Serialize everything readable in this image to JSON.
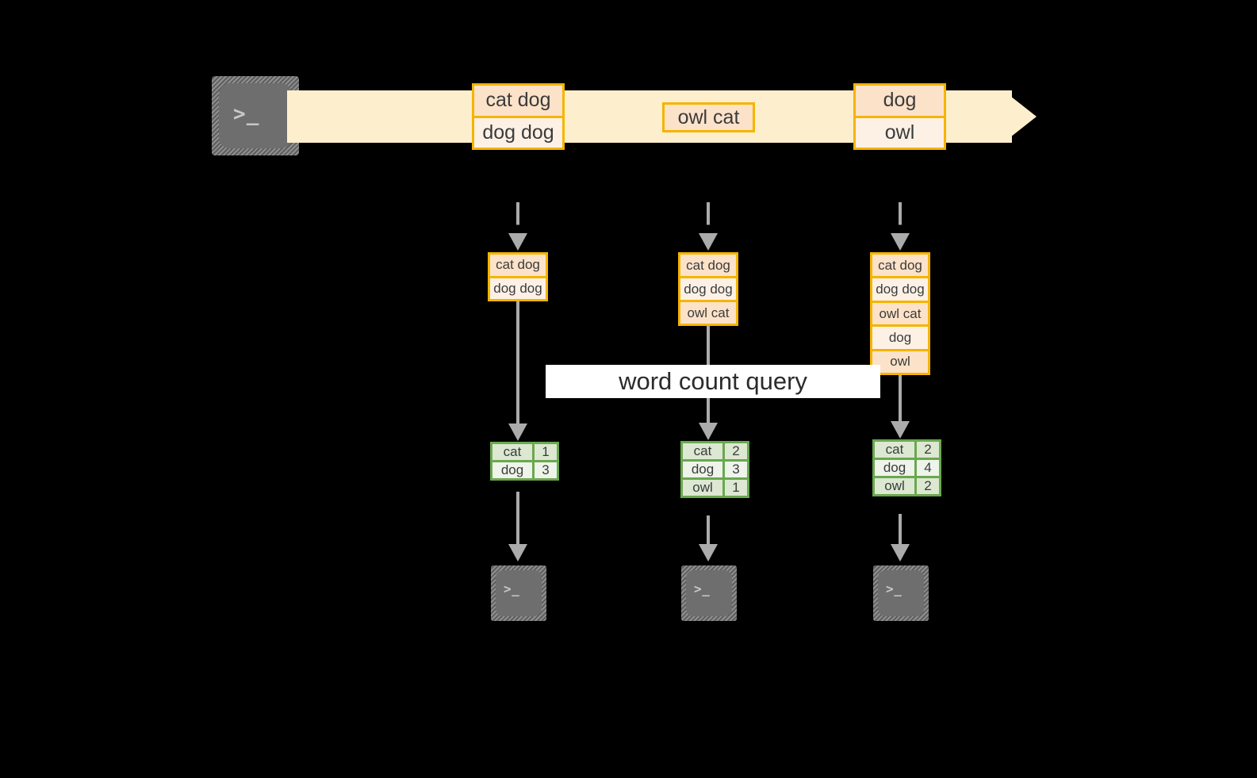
{
  "diagram": {
    "title_label": "word count query",
    "colors": {
      "background": "#000000",
      "stream_band": "#FDEFCD",
      "event_border": "#F5B400",
      "event_fill_dark": "#FCE2C9",
      "event_fill_light": "#FDF1E6",
      "result_border": "#6AA84F",
      "result_fill_dark": "#DCE8D2",
      "result_fill_light": "#EEF4EA",
      "connector": "#ABABAB",
      "terminal_body": "#6E6E6E",
      "label_band": "#FFFFFF"
    },
    "producer": {
      "icon": "terminal-prompt-icon",
      "glyph": ">_"
    },
    "stream": {
      "icon": "right-arrow-icon",
      "events": [
        {
          "name": "event-group-1",
          "lines": [
            "cat dog",
            "dog dog"
          ]
        },
        {
          "name": "event-group-2",
          "lines": [
            "owl cat"
          ]
        },
        {
          "name": "event-group-3",
          "lines": [
            "dog",
            "owl"
          ]
        }
      ]
    },
    "snapshots": [
      {
        "name": "snapshot-1",
        "ingest_icon": "dashed-down-arrow-icon",
        "lines": [
          "cat dog",
          "dog dog"
        ],
        "result_icon": "down-arrow-icon",
        "result": {
          "rows": [
            {
              "word": "cat",
              "count": "1"
            },
            {
              "word": "dog",
              "count": "3"
            }
          ]
        },
        "consumer": {
          "icon": "terminal-prompt-icon",
          "glyph": ">_"
        }
      },
      {
        "name": "snapshot-2",
        "ingest_icon": "dashed-down-arrow-icon",
        "lines": [
          "cat dog",
          "dog dog",
          "owl cat"
        ],
        "result_icon": "down-arrow-icon",
        "result": {
          "rows": [
            {
              "word": "cat",
              "count": "2"
            },
            {
              "word": "dog",
              "count": "3"
            },
            {
              "word": "owl",
              "count": "1"
            }
          ]
        },
        "consumer": {
          "icon": "terminal-prompt-icon",
          "glyph": ">_"
        }
      },
      {
        "name": "snapshot-3",
        "ingest_icon": "dashed-down-arrow-icon",
        "lines": [
          "cat dog",
          "dog dog",
          "owl cat",
          "dog",
          "owl"
        ],
        "result_icon": "down-arrow-icon",
        "result": {
          "rows": [
            {
              "word": "cat",
              "count": "2"
            },
            {
              "word": "dog",
              "count": "4"
            },
            {
              "word": "owl",
              "count": "2"
            }
          ]
        },
        "consumer": {
          "icon": "terminal-prompt-icon",
          "glyph": ">_"
        }
      }
    ]
  }
}
